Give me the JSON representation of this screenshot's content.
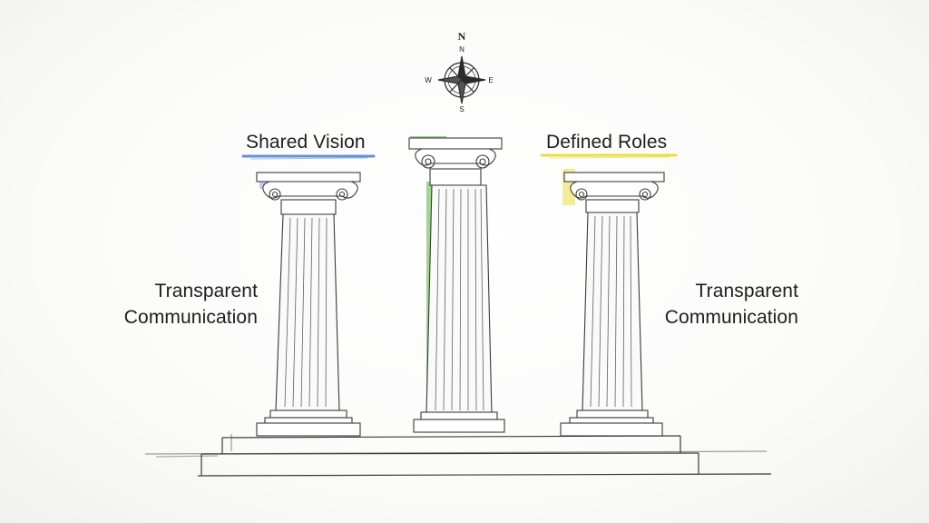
{
  "compass": {
    "north": "N",
    "south": "S",
    "east": "E",
    "west": "W"
  },
  "labels": {
    "left_top": "Shared Vision",
    "right_top": "Defined Roles",
    "left_side": [
      "Transparent",
      "Communication"
    ],
    "right_side": [
      "Transparent",
      "Communication"
    ]
  },
  "pillars": [
    {
      "id": "left",
      "accent_color": "#4a7fd6"
    },
    {
      "id": "center",
      "accent_color": "#52b33a"
    },
    {
      "id": "right",
      "accent_color": "#e6dc2e"
    }
  ],
  "colors": {
    "sketch_ink": "#3a3a3a",
    "underline_blue": "#4a7fd6",
    "underline_yellow": "#e6dc2e",
    "highlight_green": "#52b33a"
  }
}
